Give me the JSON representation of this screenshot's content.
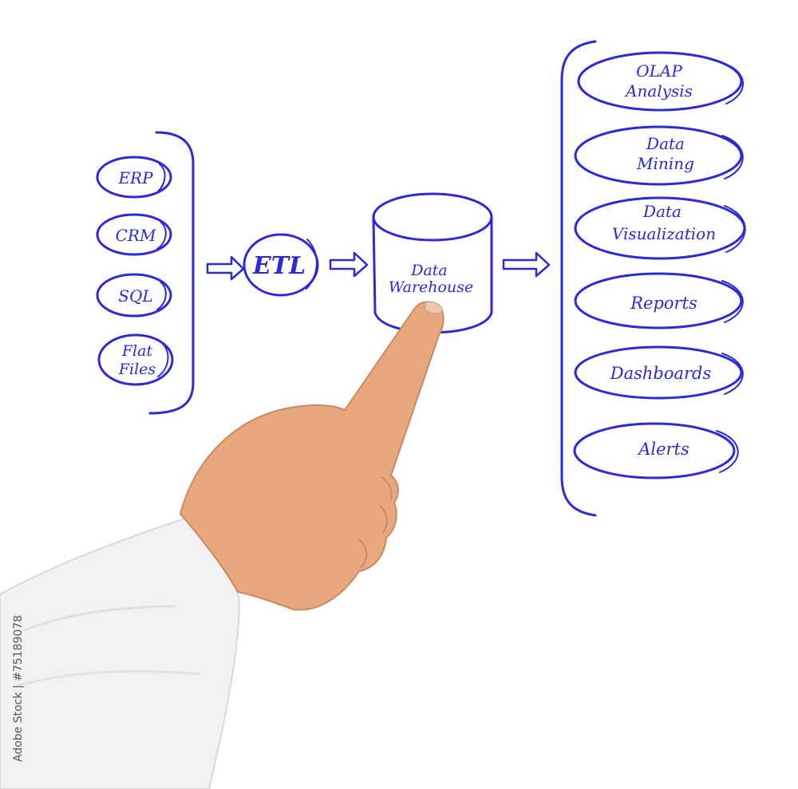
{
  "diagram": {
    "sources": [
      {
        "id": "erp",
        "lines": [
          "ERP"
        ]
      },
      {
        "id": "crm",
        "lines": [
          "CRM"
        ]
      },
      {
        "id": "sql",
        "lines": [
          "SQL"
        ]
      },
      {
        "id": "flat-files",
        "lines": [
          "Flat",
          "Files"
        ]
      }
    ],
    "etl": {
      "label": "ETL"
    },
    "warehouse": {
      "lines": [
        "Data",
        "Warehouse"
      ]
    },
    "outputs": [
      {
        "id": "olap-analysis",
        "lines": [
          "OLAP",
          "Analysis"
        ]
      },
      {
        "id": "data-mining",
        "lines": [
          "Data",
          "Mining"
        ]
      },
      {
        "id": "data-visualization",
        "lines": [
          "Data",
          "Visualization"
        ]
      },
      {
        "id": "reports",
        "lines": [
          "Reports"
        ]
      },
      {
        "id": "dashboards",
        "lines": [
          "Dashboards"
        ]
      },
      {
        "id": "alerts",
        "lines": [
          "Alerts"
        ]
      }
    ]
  },
  "colors": {
    "ink": "#2a2ad8",
    "background": "#ffffff",
    "skin": "#e9a77e",
    "sleeve": "#f2f2f2"
  },
  "watermark": {
    "stock_id": "75189078"
  },
  "icons": {
    "arrows": "hollow-right-arrow-icon",
    "hand": "pointing-hand-icon",
    "warehouse": "cylinder-icon"
  }
}
